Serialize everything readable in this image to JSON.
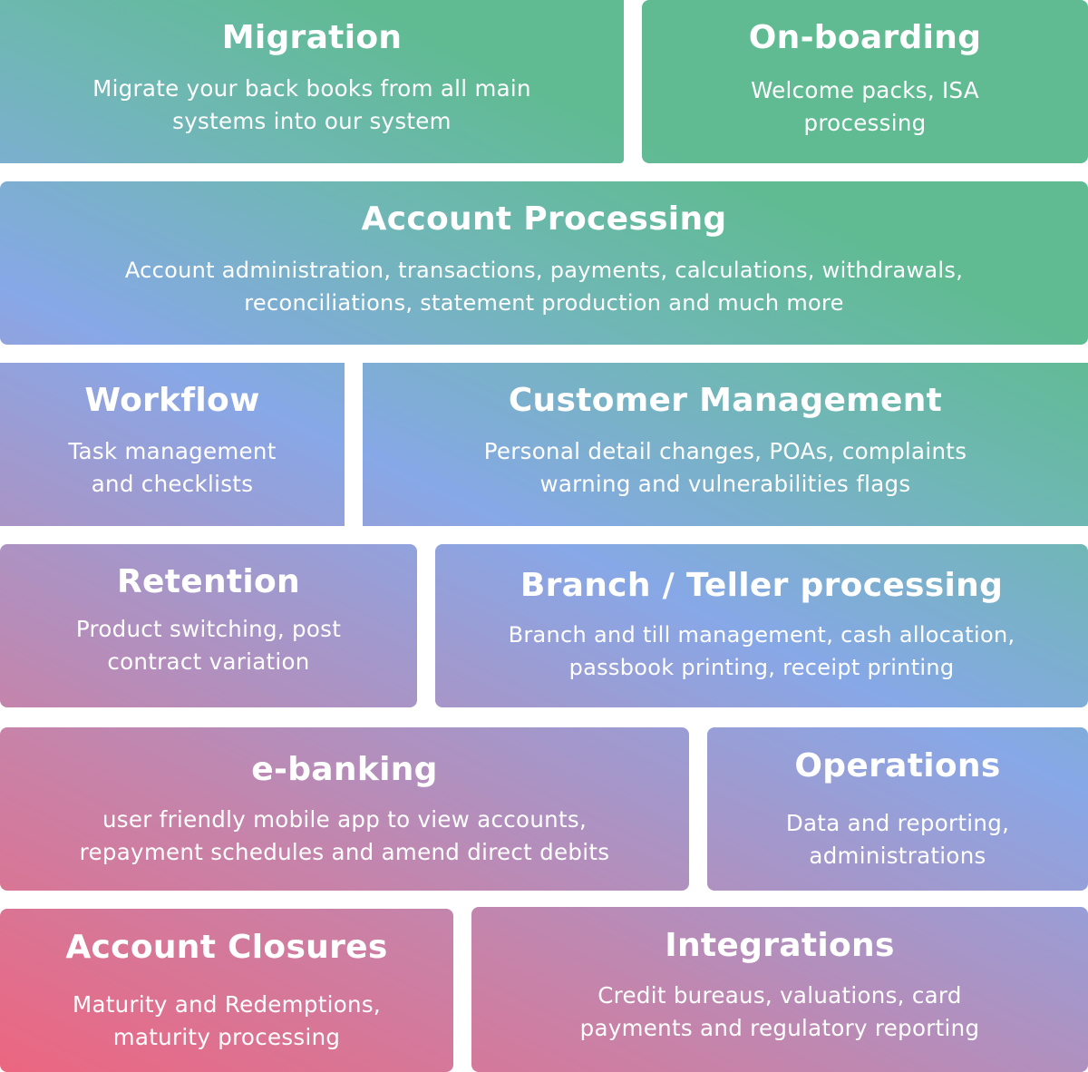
{
  "tiles": [
    {
      "id": "migration",
      "title": "Migration",
      "lines": [
        "Migrate your back books from all main",
        "systems into our system"
      ]
    },
    {
      "id": "onboarding",
      "title": "On-boarding",
      "lines": [
        "Welcome packs, ISA",
        "processing"
      ]
    },
    {
      "id": "account-processing",
      "title": "Account Processing",
      "lines": [
        "Account administration, transactions, payments, calculations, withdrawals,",
        "reconciliations, statement production and much more"
      ]
    },
    {
      "id": "workflow",
      "title": "Workflow",
      "lines": [
        "Task management",
        "and checklists"
      ]
    },
    {
      "id": "customer-management",
      "title": "Customer Management",
      "lines": [
        "Personal detail changes, POAs, complaints",
        "warning and vulnerabilities flags"
      ]
    },
    {
      "id": "retention",
      "title": "Retention",
      "lines": [
        "Product switching, post",
        "contract variation"
      ]
    },
    {
      "id": "branch-teller",
      "title": "Branch / Teller processing",
      "lines": [
        "Branch and till management, cash allocation,",
        "passbook printing, receipt printing"
      ]
    },
    {
      "id": "e-banking",
      "title": "e-banking",
      "lines": [
        "user friendly mobile app to view accounts,",
        "repayment schedules and amend direct debits"
      ]
    },
    {
      "id": "operations",
      "title": "Operations",
      "lines": [
        "Data and reporting,",
        "administrations"
      ]
    },
    {
      "id": "account-closures",
      "title": "Account Closures",
      "lines": [
        "Maturity and Redemptions,",
        "maturity processing"
      ]
    },
    {
      "id": "integrations",
      "title": "Integrations",
      "lines": [
        "Credit bureaus, valuations, card",
        "payments and regulatory reporting"
      ]
    }
  ],
  "colors": {
    "green": "#60bb93",
    "blue": "#87a8e7",
    "mauve": "#c783a9",
    "pink": "#ec6680",
    "text": "#ffffff"
  }
}
